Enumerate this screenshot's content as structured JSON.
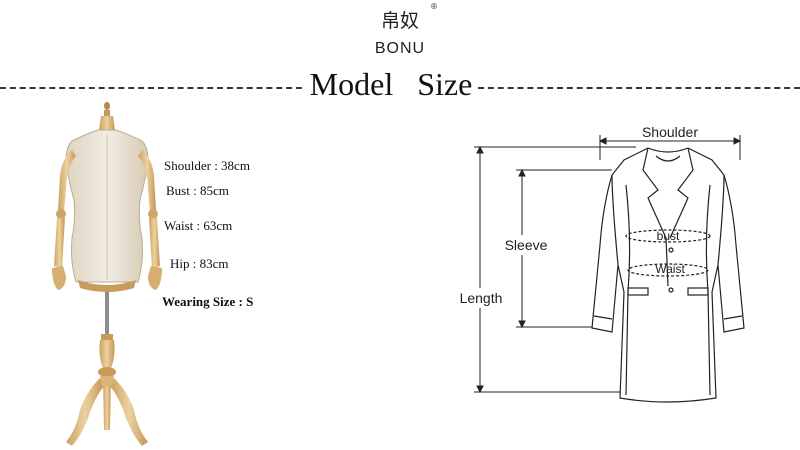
{
  "brand": {
    "chinese_name": "帛奴",
    "registered_mark": "®",
    "english_name": "BONU"
  },
  "title": "Model   Size",
  "model_specs": {
    "shoulder": "Shoulder : 38cm",
    "bust": "Bust : 85cm",
    "waist": "Waist : 63cm",
    "hip": "Hip : 83cm",
    "wearing_size": "Wearing Size : S"
  },
  "coat_diagram": {
    "shoulder_label": "Shoulder",
    "sleeve_label": "Sleeve",
    "length_label": "Length",
    "bust_label": "bust",
    "waist_label": "Waist"
  },
  "colors": {
    "wood": "#d8b274",
    "torso_fabric": "#ece4d4",
    "line": "#222222"
  }
}
